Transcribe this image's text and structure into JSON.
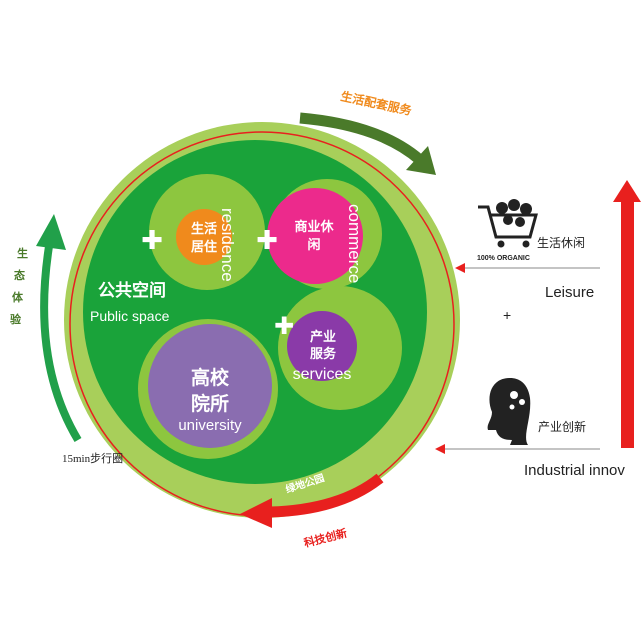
{
  "colors": {
    "outer_ring": "#a8cf5a",
    "main_green": "#1aa33a",
    "mid_green": "#8dc63f",
    "light_green": "#c3de7a",
    "orange": "#f08a1c",
    "magenta": "#ec2a8c",
    "purple": "#8a3aa8",
    "lavender": "#8a6db0",
    "red": "#e8201e",
    "dark_green_arrow": "#4a7a2a",
    "bright_green_arrow": "#21a04a",
    "text_dark": "#222222",
    "white": "#ffffff"
  },
  "diagram": {
    "arrow_top_label": "生活配套服务",
    "arrow_left_label": [
      "生",
      "态",
      "体",
      "验"
    ],
    "arrow_bottom_label": "科技创新",
    "ring_label": "绿地公园",
    "walk_label": "15min步行圈",
    "public_space": {
      "cn": "公共空间",
      "en": "Public space"
    },
    "residence": {
      "cn_line1": "生活",
      "cn_line2": "居住",
      "en": "residence"
    },
    "commerce": {
      "cn_line1": "商业休",
      "cn_line2": "闲",
      "en": "commerce"
    },
    "services": {
      "cn_line1": "产业",
      "cn_line2": "服务",
      "en": "services"
    },
    "university": {
      "cn_line1": "高校",
      "cn_line2": "院所",
      "en": "university"
    },
    "plus": "✚"
  },
  "right_panel": {
    "organic_label": "100% ORGANIC",
    "leisure_cn": "生活休闲",
    "leisure_en": "Leisure",
    "plus": "+",
    "industrial_cn": "产业创新",
    "industrial_en": "Industrial innov"
  },
  "icons": {
    "cart": "shopping-cart-icon",
    "head": "human-head-icon"
  }
}
